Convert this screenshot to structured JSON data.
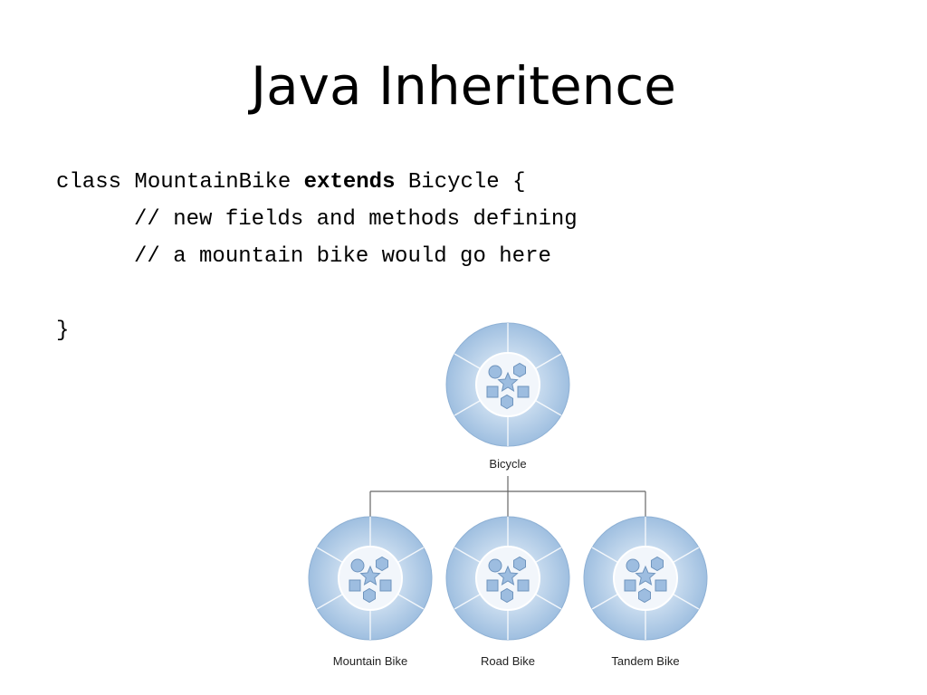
{
  "slide": {
    "title": "Java Inheritence"
  },
  "code": {
    "line1": {
      "before": "class MountainBike ",
      "keyword": "extends",
      "after": " Bicycle {"
    },
    "line2": "// new fields and methods defining",
    "line3": "// a mountain bike would go here",
    "line5": "}"
  },
  "diagram": {
    "parent": {
      "label": "Bicycle"
    },
    "children": [
      {
        "label": "Mountain Bike"
      },
      {
        "label": "Road Bike"
      },
      {
        "label": "Tandem Bike"
      }
    ],
    "colors": {
      "ring_light": "#c9dcef",
      "ring_dark": "#9fbfe0",
      "ring_edge": "#8eb0d4",
      "hub": "#f2f6fb",
      "shape_fill": "#9dbde0",
      "shape_stroke": "#6f94bd",
      "connector": "#666666"
    }
  }
}
